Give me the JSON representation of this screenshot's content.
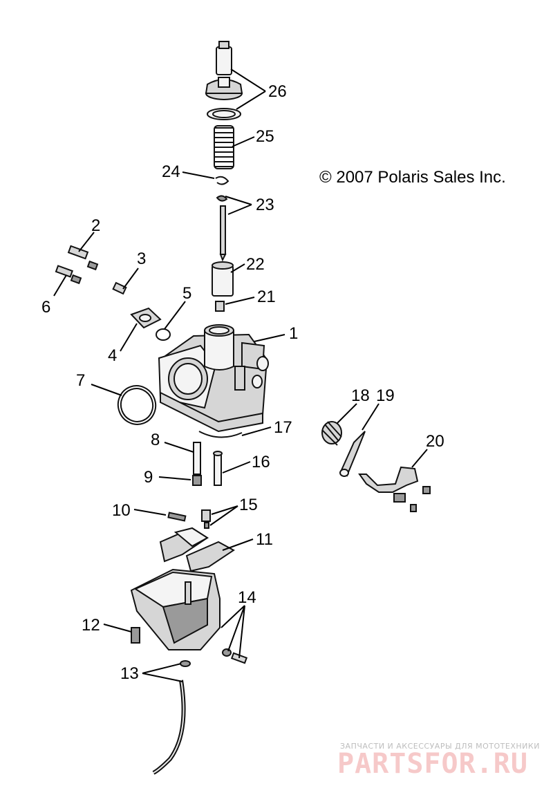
{
  "copyright": "© 2007 Polaris Sales Inc.",
  "watermark": {
    "line1": "ЗАПЧАСТИ И АКСЕССУАРЫ ДЛЯ МОТОТЕХНИКИ",
    "line2": "PARTSFOR.RU"
  },
  "callouts": [
    {
      "id": "c1",
      "label": "1"
    },
    {
      "id": "c2",
      "label": "2"
    },
    {
      "id": "c3",
      "label": "3"
    },
    {
      "id": "c4",
      "label": "4"
    },
    {
      "id": "c5",
      "label": "5"
    },
    {
      "id": "c6",
      "label": "6"
    },
    {
      "id": "c7",
      "label": "7"
    },
    {
      "id": "c8",
      "label": "8"
    },
    {
      "id": "c9",
      "label": "9"
    },
    {
      "id": "c10",
      "label": "10"
    },
    {
      "id": "c11",
      "label": "11"
    },
    {
      "id": "c12",
      "label": "12"
    },
    {
      "id": "c13",
      "label": "13"
    },
    {
      "id": "c14",
      "label": "14"
    },
    {
      "id": "c15",
      "label": "15"
    },
    {
      "id": "c16",
      "label": "16"
    },
    {
      "id": "c17",
      "label": "17"
    },
    {
      "id": "c18",
      "label": "18"
    },
    {
      "id": "c19",
      "label": "19"
    },
    {
      "id": "c20",
      "label": "20"
    },
    {
      "id": "c21",
      "label": "21"
    },
    {
      "id": "c22",
      "label": "22"
    },
    {
      "id": "c23",
      "label": "23"
    },
    {
      "id": "c24",
      "label": "24"
    },
    {
      "id": "c25",
      "label": "25"
    },
    {
      "id": "c26",
      "label": "26"
    }
  ]
}
